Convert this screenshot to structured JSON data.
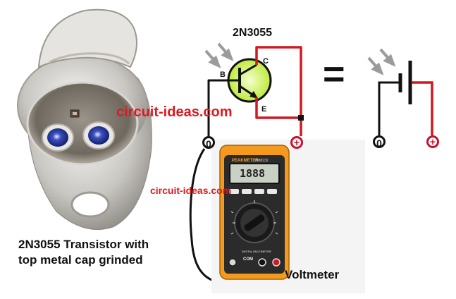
{
  "caption": {
    "line1": "2N3055 Transistor with",
    "line2": "top metal cap grinded"
  },
  "transistor_label": "2N3055",
  "pins": {
    "base": "B",
    "collector": "C",
    "emitter": "E"
  },
  "watermarks": [
    "circuit-ideas.com",
    "circuit-ideas.com"
  ],
  "equals_sign": "=",
  "terminals": {
    "negative": "0",
    "positive": "+"
  },
  "meter": {
    "brand": "PEAKMETER",
    "model": "PM8232",
    "display": "1888",
    "com_label": "COM",
    "face_text": "DIGITAL MULTIMETER",
    "label": "Voltmeter"
  },
  "colors": {
    "wire_negative": "#111111",
    "wire_positive": "#d01820",
    "watermark": "#e0191f",
    "transistor_body": "#c8f040",
    "meter_body": "#f39a1e",
    "meter_face": "#2b2b2b"
  }
}
